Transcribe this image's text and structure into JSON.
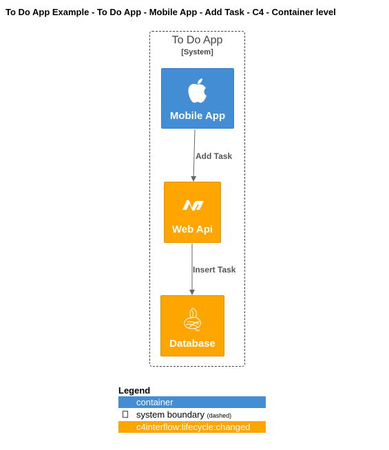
{
  "title": "To Do App Example - To Do App - Mobile App - Add Task - C4 - Container level",
  "boundary": {
    "name": "To Do App",
    "type": "[System]"
  },
  "nodes": {
    "mobile_app": {
      "label": "Mobile App",
      "icon": "apple-icon",
      "color": "#438dd5"
    },
    "web_api": {
      "label": "Web Api",
      "icon": "dotnet-icon",
      "color": "#ffa500"
    },
    "database": {
      "label": "Database",
      "icon": "sql-server-icon",
      "color": "#ffa500"
    }
  },
  "relations": [
    {
      "from": "Mobile App",
      "to": "Web Api",
      "label": "Add Task"
    },
    {
      "from": "Web Api",
      "to": "Database",
      "label": "Insert Task"
    }
  ],
  "legend": {
    "title": "Legend",
    "items": [
      {
        "label": "container",
        "color": "#438dd5"
      },
      {
        "label": "system boundary",
        "note": "(dashed)"
      },
      {
        "label": "c4interflow:lifecycle:changed",
        "color": "#ffa500"
      }
    ]
  }
}
